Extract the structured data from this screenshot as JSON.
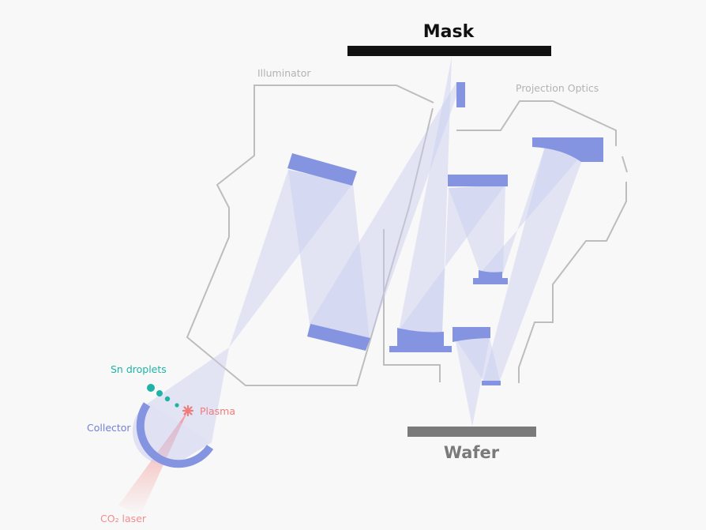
{
  "labels": {
    "mask": "Mask",
    "wafer": "Wafer",
    "illuminator": "Illuminator",
    "projection_optics": "Projection Optics",
    "sn_droplets": "Sn droplets",
    "plasma": "Plasma",
    "collector": "Collector",
    "co2_laser": "CO₂ laser"
  },
  "colors": {
    "background": "#f8f8f8",
    "mirror": "#8594e0",
    "beam": "#c7ccef",
    "housing": "#bdbdbd",
    "mask_bar": "#111111",
    "wafer_bar": "#7a7a7a",
    "droplets": "#1fb3a6",
    "plasma": "#f07b7b",
    "collector_label": "#7180d8",
    "laser": "#f48c8c",
    "label_gray": "#b3b3b3"
  }
}
